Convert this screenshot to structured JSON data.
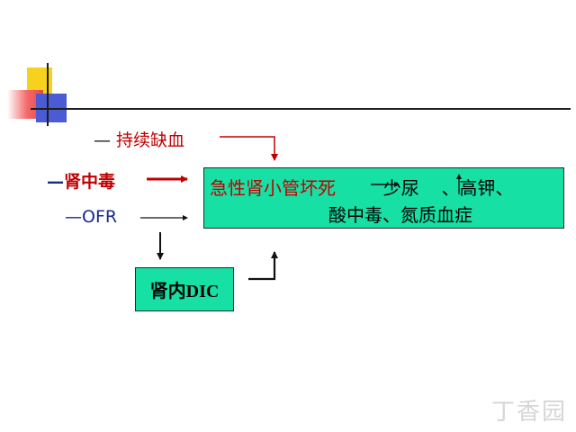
{
  "labels": {
    "ischemia": {
      "dash": "—",
      "text": "持续缺血"
    },
    "nephrotoxin": {
      "dash": "—",
      "text": "肾中毒"
    },
    "ofr": "—OFR"
  },
  "main_box": {
    "title": "急性肾小管坏死",
    "result_prefix": "少尿",
    "result_suffix": "、高钾、",
    "line2": "酸中毒、氮质血症"
  },
  "dic_box": {
    "label": "肾内DIC"
  },
  "colors": {
    "box_fill": "#16e0a4",
    "emphasis_red": "#c00000",
    "label_blue": "#1a2a8a"
  },
  "watermark": "丁香园"
}
